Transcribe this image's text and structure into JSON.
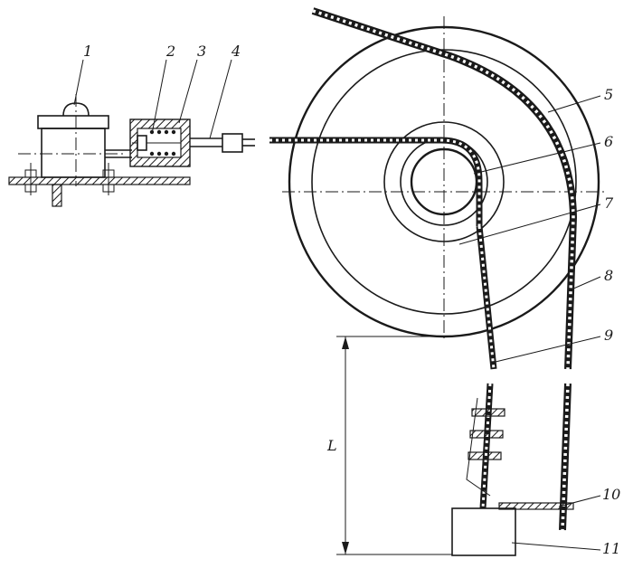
{
  "diagram": {
    "labels": [
      {
        "id": "1",
        "text": "1"
      },
      {
        "id": "2",
        "text": "2"
      },
      {
        "id": "3",
        "text": "3"
      },
      {
        "id": "4",
        "text": "4"
      },
      {
        "id": "5",
        "text": "5"
      },
      {
        "id": "6",
        "text": "6"
      },
      {
        "id": "7",
        "text": "7"
      },
      {
        "id": "8",
        "text": "8"
      },
      {
        "id": "9",
        "text": "9"
      },
      {
        "id": "10",
        "text": "10"
      },
      {
        "id": "11",
        "text": "11"
      }
    ],
    "dimension_label": "L",
    "colors": {
      "ink": "#1a1a1a",
      "paper": "#ffffff"
    }
  }
}
